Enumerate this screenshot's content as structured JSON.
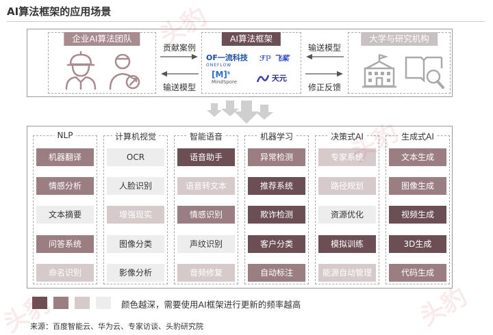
{
  "title": "AI算法框架的应用场景",
  "top": {
    "left_panel": {
      "title": "企业AI算法团队"
    },
    "mid_panel": {
      "title": "AI算法框架",
      "logos": {
        "oneflow": "OF一流科技",
        "oneflow_sub": "ONEFLOW",
        "paddle": "飞桨",
        "mindspore": "MindSpore",
        "megengine": "天元"
      }
    },
    "right_panel": {
      "title": "大学与研究机构"
    },
    "arrows": {
      "left_top": "贡献案例",
      "left_bottom": "输送模型",
      "right_top": "输送模型",
      "right_bottom": "修正反馈"
    }
  },
  "columns": [
    {
      "title": "NLP",
      "items": [
        {
          "label": "机器翻译",
          "level": 2
        },
        {
          "label": "情感分析",
          "level": 2
        },
        {
          "label": "文本摘要",
          "level": 4
        },
        {
          "label": "问答系统",
          "level": 2
        },
        {
          "label": "命名识别",
          "level": 3
        }
      ]
    },
    {
      "title": "计算机视觉",
      "items": [
        {
          "label": "OCR",
          "level": 4
        },
        {
          "label": "人脸识别",
          "level": 4
        },
        {
          "label": "增强现实",
          "level": 3
        },
        {
          "label": "图像分类",
          "level": 4
        },
        {
          "label": "影像分析",
          "level": 4
        }
      ]
    },
    {
      "title": "智能语音",
      "items": [
        {
          "label": "语音助手",
          "level": 1
        },
        {
          "label": "语音转文本",
          "level": 3
        },
        {
          "label": "情感识别",
          "level": 2
        },
        {
          "label": "声纹识别",
          "level": 4
        },
        {
          "label": "音频修复",
          "level": 3
        }
      ]
    },
    {
      "title": "机器学习",
      "items": [
        {
          "label": "异常检测",
          "level": 2
        },
        {
          "label": "推荐系统",
          "level": 1
        },
        {
          "label": "欺诈检测",
          "level": 1
        },
        {
          "label": "客户分类",
          "level": 1
        },
        {
          "label": "自动标注",
          "level": 2
        }
      ]
    },
    {
      "title": "决策式AI",
      "items": [
        {
          "label": "专家系统",
          "level": 3
        },
        {
          "label": "路径规划",
          "level": 3
        },
        {
          "label": "资源优化",
          "level": 4
        },
        {
          "label": "模拟训练",
          "level": 1
        },
        {
          "label": "能源自动管理",
          "level": 3
        }
      ]
    },
    {
      "title": "生成式AI",
      "items": [
        {
          "label": "文本生成",
          "level": 2
        },
        {
          "label": "图像生成",
          "level": 2
        },
        {
          "label": "视频生成",
          "level": 1
        },
        {
          "label": "3D生成",
          "level": 1
        },
        {
          "label": "代码生成",
          "level": 2
        }
      ]
    }
  ],
  "legend": {
    "text": "颜色越深，需要使用AI框架进行更新的频率越高",
    "colors": [
      "#6b4f55",
      "#9b7e81",
      "#d6cacb",
      "#ededed"
    ]
  },
  "source": "来源：百度智能云、华为云、专家访谈、头豹研究院",
  "watermark": "头豹"
}
